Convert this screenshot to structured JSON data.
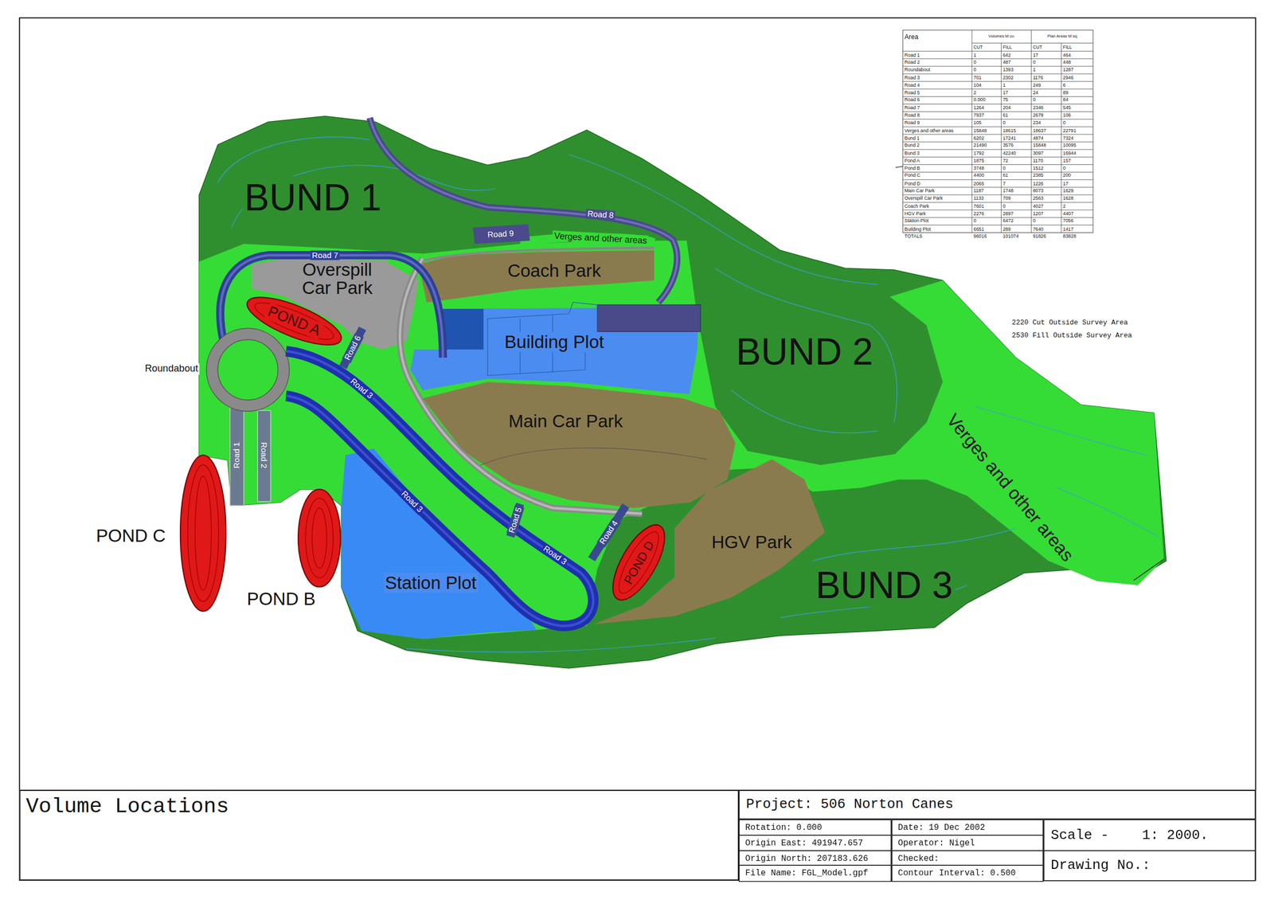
{
  "diagram": {
    "nodes": [
      {
        "text": [
          "Volume Locations"
        ]
      },
      {
        "text": [
          "Project: 506 Norton Canes"
        ]
      },
      {
        "text": [
          "Rotation: 0.000"
        ]
      },
      {
        "text": [
          "Date: 19 Dec 2002"
        ]
      },
      {
        "text": [
          "Origin East: 491947.657"
        ]
      },
      {
        "text": [
          "Operator: Nigel"
        ]
      },
      {
        "text": [
          "Origin North: 207183.626"
        ]
      },
      {
        "text": [
          "Checked:"
        ]
      },
      {
        "text": [
          "File Name: FGL_Model.gpf"
        ]
      },
      {
        "text": [
          "Contour Interval: 0.500"
        ]
      },
      {
        "text": [
          "Scale -    1: 2000."
        ]
      },
      {
        "text": [
          "Drawing No.:"
        ]
      }
    ],
    "labels": [
      "Area",
      "Volumes M cu",
      "Plan Areas M sq",
      "CUT",
      "FILL",
      "CUT",
      "FILL",
      "Road 1",
      "1",
      "642",
      "17",
      "464",
      "Road 2",
      "0",
      "487",
      "0",
      "448",
      "Roundabout",
      "0",
      "1393",
      "1",
      "1287",
      "Road 3",
      "701",
      "2302",
      "1176",
      "2946",
      "Road 4",
      "104",
      "1",
      "249",
      "6",
      "Road 5",
      "2",
      "17",
      "24",
      "89",
      "Road 6",
      "0.000",
      "75",
      "0",
      "84",
      "Road 7",
      "1264",
      "204",
      "2346",
      "545",
      "Road 8",
      "7937",
      "61",
      "2678",
      "106",
      "Road 9",
      "105",
      "0",
      "234",
      "0",
      "Verges and other areas",
      "15848",
      "18615",
      "18637",
      "22791",
      "Bund 1",
      "6202",
      "17241",
      "4874",
      "7324",
      "Bund 2",
      "21490",
      "3576",
      "15848",
      "10095",
      "Bund 3",
      "1792",
      "42240",
      "3097",
      "16944",
      "Pond A",
      "1875",
      "72",
      "1170",
      "157",
      "Pond B",
      "3748",
      "0",
      "1512",
      "0",
      "Pond C",
      "4400",
      "61",
      "2385",
      "200",
      "Pond D",
      "2065",
      "7",
      "1226",
      "17",
      "Main Car Park",
      "1187",
      "1748",
      "8073",
      "1629",
      "Overspill Car Park",
      "1133",
      "709",
      "2563",
      "1628",
      "Coach Park",
      "7601",
      "0",
      "4027",
      "2",
      "HGV Park",
      "2276",
      "2897",
      "1207",
      "4407",
      "Station Plot",
      "0",
      "6472",
      "0",
      "7056",
      "Building Plot",
      "6651",
      "289",
      "7640",
      "1417",
      "TOTALS",
      "96016",
      "101074",
      "91826",
      "83828",
      "2220 Cut Outside Survey Area",
      "2530 Fill Outside Survey Area",
      "BUND 1",
      "Road 8",
      "Road 9",
      "Verges and other areas",
      "Road 7",
      "Overspill Car Park",
      "Coach Park",
      "POND A",
      "Building Plot",
      "BUND 2",
      "Roundabout",
      "Road 6",
      "Road 3",
      "Main Car Park",
      "Road 1",
      "Road 2",
      "Verges and other areas",
      "Road 3",
      "Road 5",
      "POND C",
      "HGV Park",
      "Road 4",
      "Road 3",
      "POND D",
      "Station Plot",
      "BUND 3",
      "POND B"
    ]
  }
}
